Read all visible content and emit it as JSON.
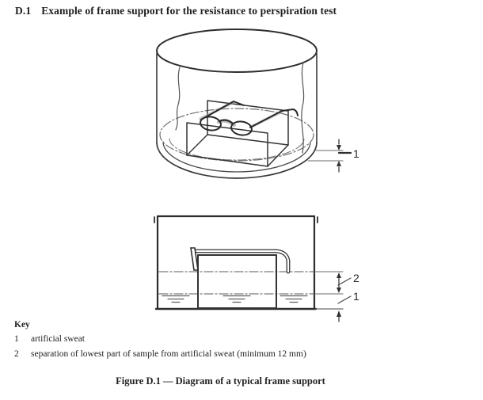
{
  "page": {
    "heading": {
      "number": "D.1",
      "title": "Example of frame support for the resistance to perspiration test"
    },
    "figure": {
      "caption": "Figure D.1 — Diagram of a typical frame support",
      "dimension_labels": {
        "perspective_view_depth": "1",
        "side_view_separation": "2",
        "side_view_depth": "1"
      },
      "key": {
        "heading": "Key",
        "items": [
          {
            "ref": "1",
            "text": "artificial sweat"
          },
          {
            "ref": "2",
            "text": "separation of lowest part of sample from artificial sweat (minimum 12 mm)"
          }
        ]
      }
    },
    "colors": {
      "ink": "#1f1f1f",
      "line_dark": "#2e2e2e",
      "line_gray": "#6f6f6f",
      "background": "#ffffff"
    }
  }
}
